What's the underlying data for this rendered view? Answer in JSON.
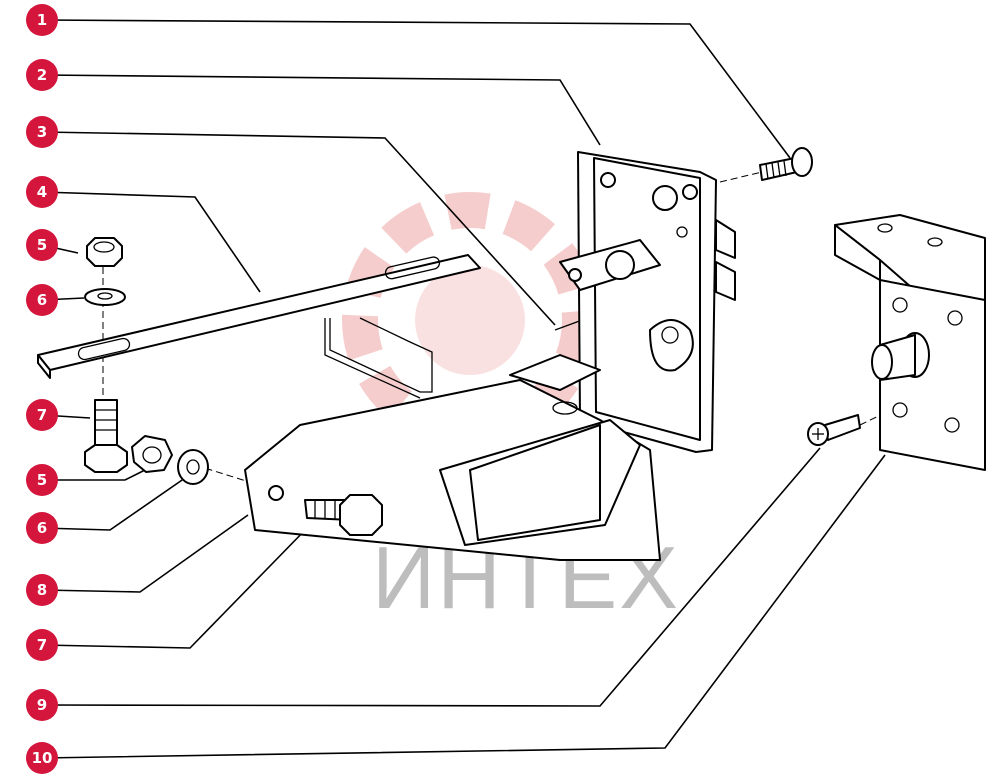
{
  "diagram": {
    "callouts": [
      {
        "label": "1"
      },
      {
        "label": "2"
      },
      {
        "label": "3"
      },
      {
        "label": "4"
      },
      {
        "label": "5"
      },
      {
        "label": "6"
      },
      {
        "label": "7"
      },
      {
        "label": "5"
      },
      {
        "label": "6"
      },
      {
        "label": "8"
      },
      {
        "label": "7"
      },
      {
        "label": "9"
      },
      {
        "label": "10"
      }
    ],
    "badge_color": "#d4163c",
    "line_color": "#000000",
    "parts": [
      "screw-icon",
      "latch-plate-icon",
      "wire-spring-icon",
      "slotted-bar-icon",
      "hex-nut-icon",
      "washer-icon",
      "hex-bolt-icon",
      "bracket-icon",
      "countersunk-screw-icon",
      "striker-plate-icon"
    ]
  },
  "watermark": {
    "text": "ИНТЕХ",
    "color": "#e8a3a3"
  }
}
